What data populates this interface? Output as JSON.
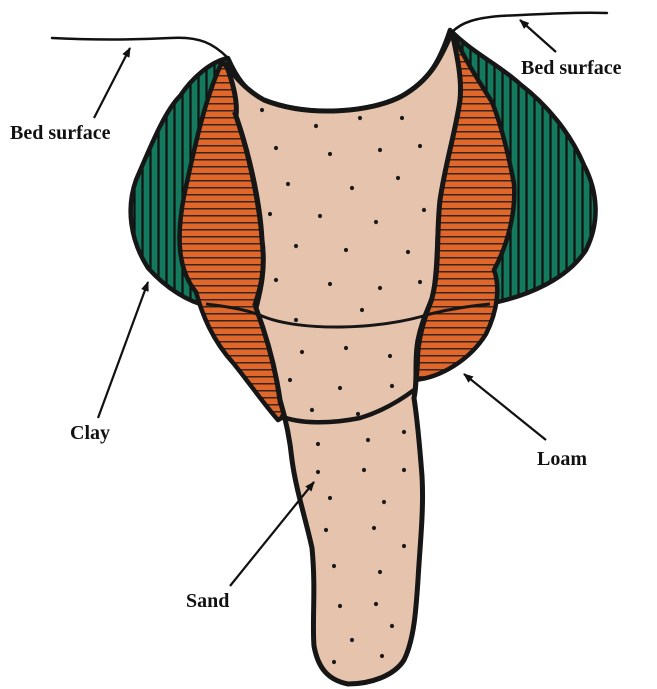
{
  "labels": {
    "bed_surface_left": "Bed surface",
    "bed_surface_right": "Bed surface",
    "clay": "Clay",
    "loam": "Loam",
    "sand": "Sand"
  },
  "colors": {
    "sand_fill": "#e6c3ad",
    "loam_fill": "#e0662a",
    "clay_fill": "#137a5e",
    "outline": "#161616",
    "dots": "#1a1a1a",
    "background": "#ffffff"
  }
}
